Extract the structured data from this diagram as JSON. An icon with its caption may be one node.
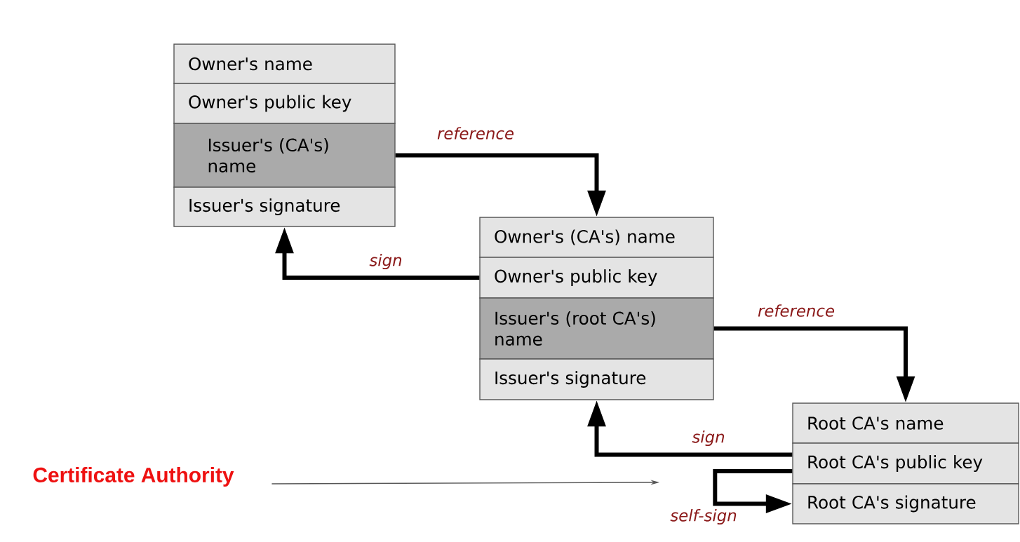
{
  "diagram": {
    "nodes": [
      {
        "text": [
          "Owner's name"
        ]
      },
      {
        "text": [
          "Owner's public key"
        ]
      },
      {
        "text": [
          "Issuer's (CA's) name"
        ]
      },
      {
        "text": [
          "Issuer's signature"
        ]
      },
      {
        "text": [
          "Owner's (CA's) name"
        ]
      },
      {
        "text": [
          "Owner's public key"
        ]
      },
      {
        "text": [
          "Issuer's (root CA's) name"
        ]
      },
      {
        "text": [
          "Issuer's signature"
        ]
      },
      {
        "text": [
          "Root CA's name"
        ]
      },
      {
        "text": [
          "Root CA's public key"
        ]
      },
      {
        "text": [
          "Root CA's signature"
        ]
      },
      {
        "text": [
          "Certificate Authority"
        ]
      }
    ],
    "edges": [
      {
        "from": 2,
        "to": 4,
        "arrow": "to",
        "label": "reference"
      },
      {
        "from": 5,
        "to": 3,
        "arrow": "to",
        "label": "sign"
      },
      {
        "from": 6,
        "to": 8,
        "arrow": "to",
        "label": "reference"
      },
      {
        "from": 9,
        "to": 7,
        "arrow": "to",
        "label": "sign"
      },
      {
        "from": 9,
        "to": 10,
        "arrow": "to",
        "label": "self-sign"
      },
      {
        "from": 11,
        "to": null,
        "arrow": "to",
        "color": "#555555"
      }
    ]
  }
}
